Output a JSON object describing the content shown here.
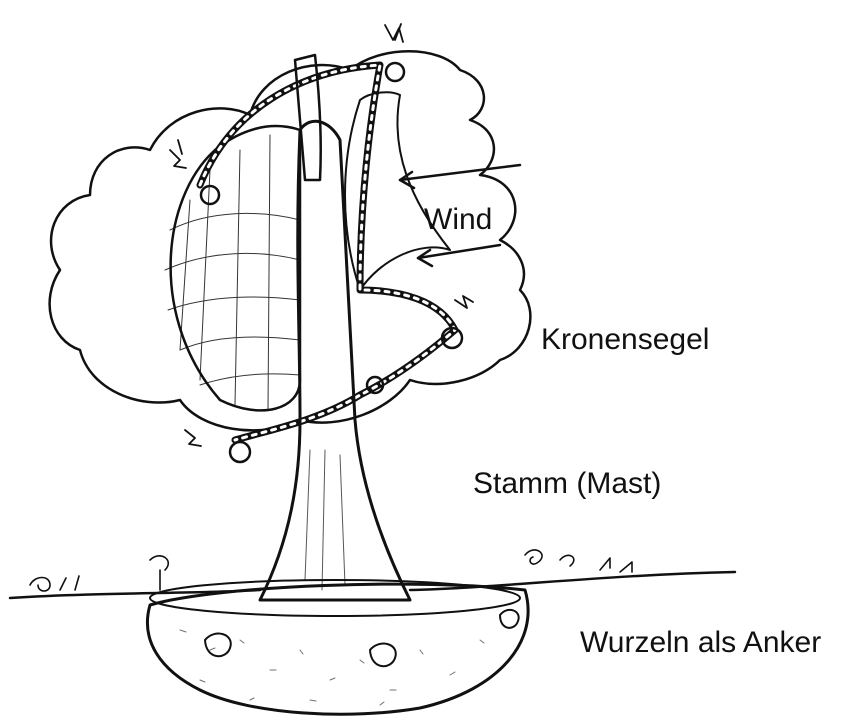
{
  "labels": {
    "wind": "Wind",
    "crown": "Kronensegel",
    "trunk": "Stamm (Mast)",
    "roots": "Wurzeln als Anker"
  },
  "colors": {
    "ink": "#111111",
    "paper": "#ffffff"
  }
}
